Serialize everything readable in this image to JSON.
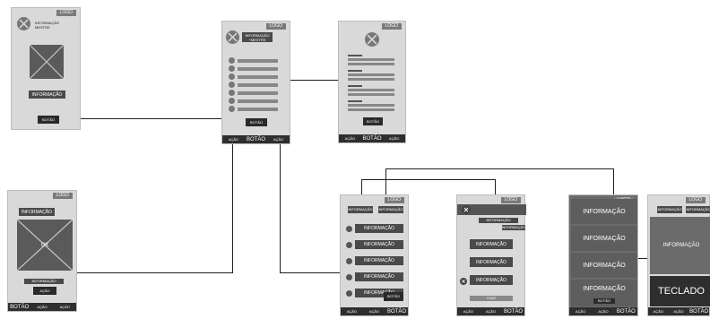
{
  "common": {
    "logo": "LOGO",
    "informacao": "INFORMAÇÃO",
    "informacao_lower": "INFORMAÇÃO",
    "botao": "BOTÃO",
    "botao_lower": "BOTÃO",
    "acao": "AÇÃO",
    "botao_small": "BOTÃO"
  },
  "s1": {
    "header": "INFORMAÇÃO\nMESTRE",
    "info_label": "INFORMAÇÃO",
    "button": "BOTÃO"
  },
  "s2": {
    "header": "INFORMAÇÃO\n+MESTRE",
    "button": "BOTÃO",
    "tabs": [
      "AÇÃO",
      "BOTÃO",
      "AÇÃO"
    ],
    "row_count_note": ""
  },
  "s3": {
    "button": "BOTÃO",
    "tabs": [
      "AÇÃO",
      "BOTÃO",
      "AÇÃO"
    ]
  },
  "s4": {
    "info_top": "INFORMAÇÃO",
    "ok": "OK",
    "info_bottom": "INFORMAÇÃO",
    "action": "AÇÃO",
    "tabs": [
      "BOTÃO",
      "AÇÃO",
      "AÇÃO"
    ]
  },
  "s5": {
    "tab_a": "INFORMAÇÃO",
    "tab_b": "INFORMAÇÃO",
    "rows": [
      "INFORMAÇÃO",
      "INFORMAÇÃO",
      "INFORMAÇÃO",
      "INFORMAÇÃO",
      "INFORMAÇÃO"
    ],
    "float_button": "BOTÃO",
    "tabs": [
      "AÇÃO",
      "AÇÃO",
      "BOTÃO"
    ]
  },
  "s6": {
    "info1": "INFORMAÇÃO",
    "info2": "INFORMAÇÃO",
    "items": [
      "INFORMAÇÃO",
      "INFORMAÇÃO",
      "INFORMAÇÃO"
    ],
    "chat": "CHAT",
    "tabs": [
      "AÇÃO",
      "AÇÃO",
      "BOTÃO"
    ]
  },
  "s7": {
    "blocks": [
      "INFORMAÇÃO",
      "INFORMAÇÃO",
      "INFORMAÇÃO",
      "INFORMAÇÃO"
    ],
    "block4_button": "BOTÃO",
    "tabs": [
      "AÇÃO",
      "AÇÃO",
      "BOTÃO"
    ]
  },
  "s8": {
    "tab_a": "INFORMAÇÃO",
    "tab_b": "INFORMAÇÃO",
    "main": "INFORMAÇÃO",
    "keyboard": "TECLADO",
    "tabs": [
      "AÇÃO",
      "AÇÃO",
      "BOTÃO"
    ]
  }
}
